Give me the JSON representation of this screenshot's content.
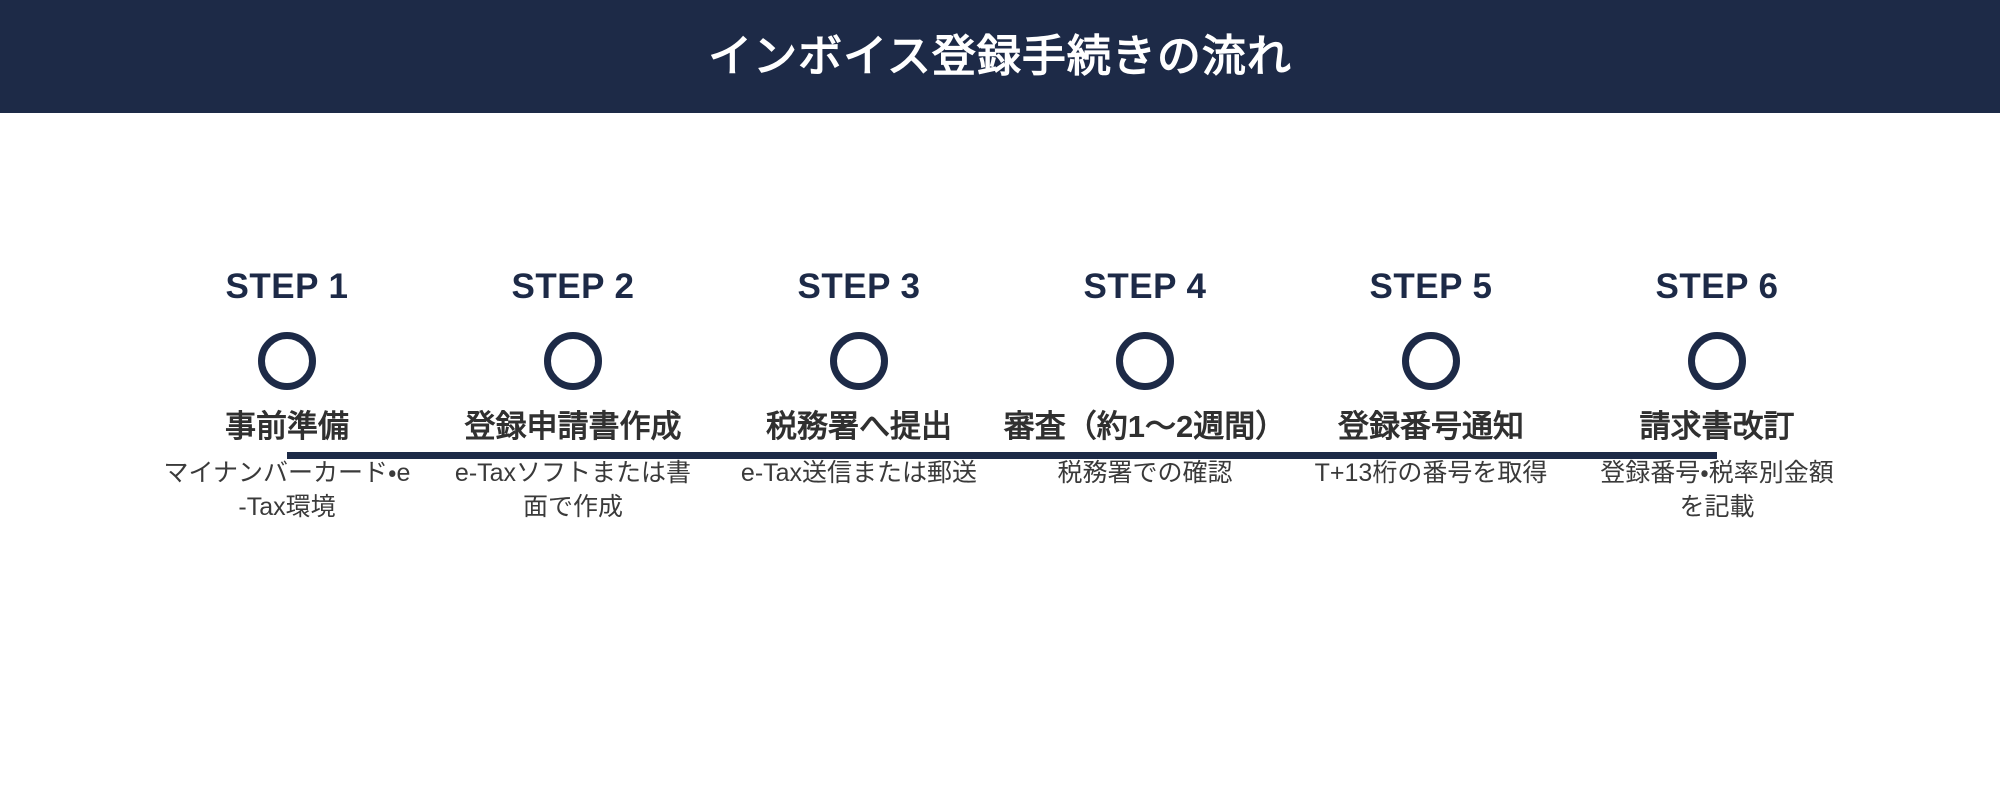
{
  "header": {
    "title": "インボイス登録手続きの流れ",
    "background_color": "#1d2a47",
    "text_color": "#ffffff"
  },
  "theme": {
    "accent_color": "#1d2a47",
    "page_background": "#ffffff",
    "title_text_color": "#303030",
    "description_text_color": "#3a3a3a"
  },
  "timeline": {
    "node_count": 6,
    "node_shape": "hollow-circle",
    "connector": "horizontal-line",
    "steps": [
      {
        "label": "STEP 1",
        "title": "事前準備",
        "description": "マイナンバーカード・e-Tax環境"
      },
      {
        "label": "STEP 2",
        "title": "登録申請書作成",
        "description": "e-Taxソフトまたは書面で作成"
      },
      {
        "label": "STEP 3",
        "title": "税務署へ提出",
        "description": "e-Tax送信または郵送"
      },
      {
        "label": "STEP 4",
        "title": "審査（約1〜2週間）",
        "description": "税務署での確認"
      },
      {
        "label": "STEP 5",
        "title": "登録番号通知",
        "description": "T+13桁の番号を取得"
      },
      {
        "label": "STEP 6",
        "title": "請求書改訂",
        "description": "登録番号・税率別金額を記載"
      }
    ]
  }
}
